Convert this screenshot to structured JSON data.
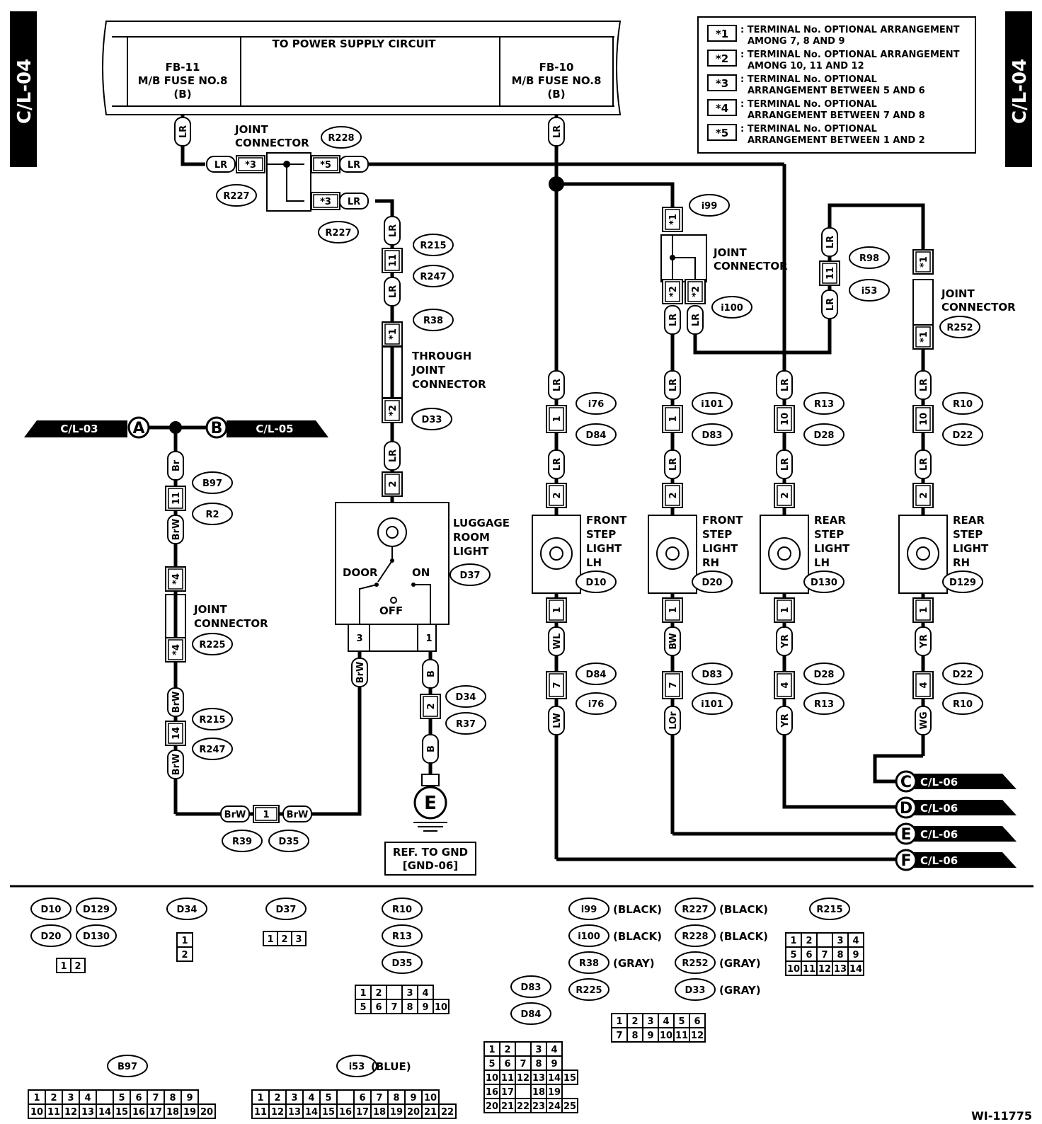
{
  "page_tag": "C/L-04",
  "figure_id": "WI-11775",
  "power": {
    "title": "TO POWER SUPPLY CIRCUIT",
    "fuse_left": [
      "FB-11",
      "M/B FUSE NO.8",
      "(B)"
    ],
    "fuse_right": [
      "FB-10",
      "M/B FUSE NO.8",
      "(B)"
    ]
  },
  "legend": [
    {
      "key": "*1",
      "text": [
        ": TERMINAL No. OPTIONAL ARRANGEMENT",
        "AMONG 7, 8 AND 9"
      ]
    },
    {
      "key": "*2",
      "text": [
        ": TERMINAL No. OPTIONAL ARRANGEMENT",
        "AMONG 10, 11 AND 12"
      ]
    },
    {
      "key": "*3",
      "text": [
        ": TERMINAL No. OPTIONAL",
        "ARRANGEMENT BETWEEN 5 AND 6"
      ]
    },
    {
      "key": "*4",
      "text": [
        ": TERMINAL No. OPTIONAL",
        "ARRANGEMENT BETWEEN 7 AND 8"
      ]
    },
    {
      "key": "*5",
      "text": [
        ": TERMINAL No. OPTIONAL",
        "ARRANGEMENT BETWEEN 1 AND 2"
      ]
    }
  ],
  "labels": {
    "joint_connector": [
      "JOINT",
      "CONNECTOR"
    ],
    "through_joint": [
      "THROUGH",
      "JOINT",
      "CONNECTOR"
    ],
    "luggage": [
      "LUGGAGE",
      "ROOM",
      "LIGHT"
    ],
    "door": "DOOR",
    "on": "ON",
    "off": "OFF",
    "gnd_ref": [
      "REF. TO GND",
      "[GND-06]"
    ],
    "ground_letter": "E",
    "front_lh": [
      "FRONT",
      "STEP",
      "LIGHT",
      "LH"
    ],
    "front_rh": [
      "FRONT",
      "STEP",
      "LIGHT",
      "RH"
    ],
    "rear_lh": [
      "REAR",
      "STEP",
      "LIGHT",
      "LH"
    ],
    "rear_rh": [
      "REAR",
      "STEP",
      "LIGHT",
      "RH"
    ]
  },
  "offpage": {
    "left": {
      "text": "C/L-03",
      "letter": "A"
    },
    "right": {
      "text": "C/L-05",
      "letter": "B"
    },
    "out": [
      {
        "letter": "C",
        "text": "C/L-06"
      },
      {
        "letter": "D",
        "text": "C/L-06"
      },
      {
        "letter": "E",
        "text": "C/L-06"
      },
      {
        "letter": "F",
        "text": "C/L-06"
      }
    ]
  },
  "connectors": {
    "R228": "R228",
    "R227": "R227",
    "R215": "R215",
    "R247": "R247",
    "R38": "R38",
    "D33": "D33",
    "D37": "D37",
    "D34": "D34",
    "R37": "R37",
    "R39": "R39",
    "D35": "D35",
    "B97": "B97",
    "R2": "R2",
    "R225": "R225",
    "i99": "i99",
    "i100": "i100",
    "R98": "R98",
    "i53": "i53",
    "R252": "R252",
    "i76": "i76",
    "D84": "D84",
    "i101": "i101",
    "D83": "D83",
    "R13": "R13",
    "D28": "D28",
    "R10": "R10",
    "D22": "D22",
    "D10": "D10",
    "D20": "D20",
    "D130": "D130",
    "D129": "D129"
  },
  "wires": {
    "LR": "LR",
    "Br": "Br",
    "BrW": "BrW",
    "B": "B",
    "WL": "WL",
    "LW": "LW",
    "BW": "BW",
    "LOr": "LOr",
    "YR": "YR",
    "WG": "WG"
  },
  "pins": {
    "p1": "1",
    "p2": "2",
    "p3": "3",
    "p4": "4",
    "p7": "7",
    "p10": "10",
    "p11": "11",
    "p14": "14",
    "s1": "*1",
    "s2": "*2",
    "s3": "*3",
    "s4": "*4",
    "s5": "*5"
  },
  "bottom": {
    "colors": [
      {
        "c": "i99",
        "col": "(BLACK)"
      },
      {
        "c": "R227",
        "col": "(BLACK)"
      },
      {
        "c": "i100",
        "col": "(BLACK)"
      },
      {
        "c": "R228",
        "col": "(BLACK)"
      },
      {
        "c": "R38",
        "col": "(GRAY)"
      },
      {
        "c": "R252",
        "col": "(GRAY)"
      },
      {
        "c": "R225",
        "col": ""
      },
      {
        "c": "D33",
        "col": "(GRAY)"
      }
    ],
    "i53_color": "(BLUE)",
    "g2": [
      "1",
      "2"
    ],
    "d34": [
      "1",
      "2"
    ],
    "d37": [
      "1",
      "2",
      "3"
    ],
    "r10": [
      [
        "1",
        "2",
        "",
        "3",
        "4"
      ],
      [
        "5",
        "6",
        "7",
        "8",
        "9",
        "10"
      ]
    ],
    "r215": [
      [
        "1",
        "2",
        "",
        "3",
        "4"
      ],
      [
        "5",
        "6",
        "7",
        "8",
        "9"
      ],
      [
        "10",
        "11",
        "12",
        "13",
        "14"
      ]
    ],
    "i99": [
      [
        "1",
        "2",
        "3",
        "4",
        "5",
        "6"
      ],
      [
        "7",
        "8",
        "9",
        "10",
        "11",
        "12"
      ]
    ],
    "d83": [
      [
        "1",
        "2",
        "",
        "3",
        "4"
      ],
      [
        "5",
        "6",
        "7",
        "8",
        "9"
      ],
      [
        "10",
        "11",
        "12",
        "13",
        "14",
        "15"
      ],
      [
        "16",
        "17",
        "",
        "18",
        "19"
      ],
      [
        "20",
        "21",
        "22",
        "23",
        "24",
        "25"
      ]
    ],
    "b97": [
      [
        "1",
        "2",
        "3",
        "4",
        "",
        "5",
        "6",
        "7",
        "8",
        "9"
      ],
      [
        "10",
        "11",
        "12",
        "13",
        "14",
        "15",
        "16",
        "17",
        "18",
        "19",
        "20"
      ]
    ],
    "i53": [
      [
        "1",
        "2",
        "3",
        "4",
        "5",
        "",
        "6",
        "7",
        "8",
        "9",
        "10"
      ],
      [
        "11",
        "12",
        "13",
        "14",
        "15",
        "16",
        "17",
        "18",
        "19",
        "20",
        "21",
        "22"
      ]
    ]
  }
}
